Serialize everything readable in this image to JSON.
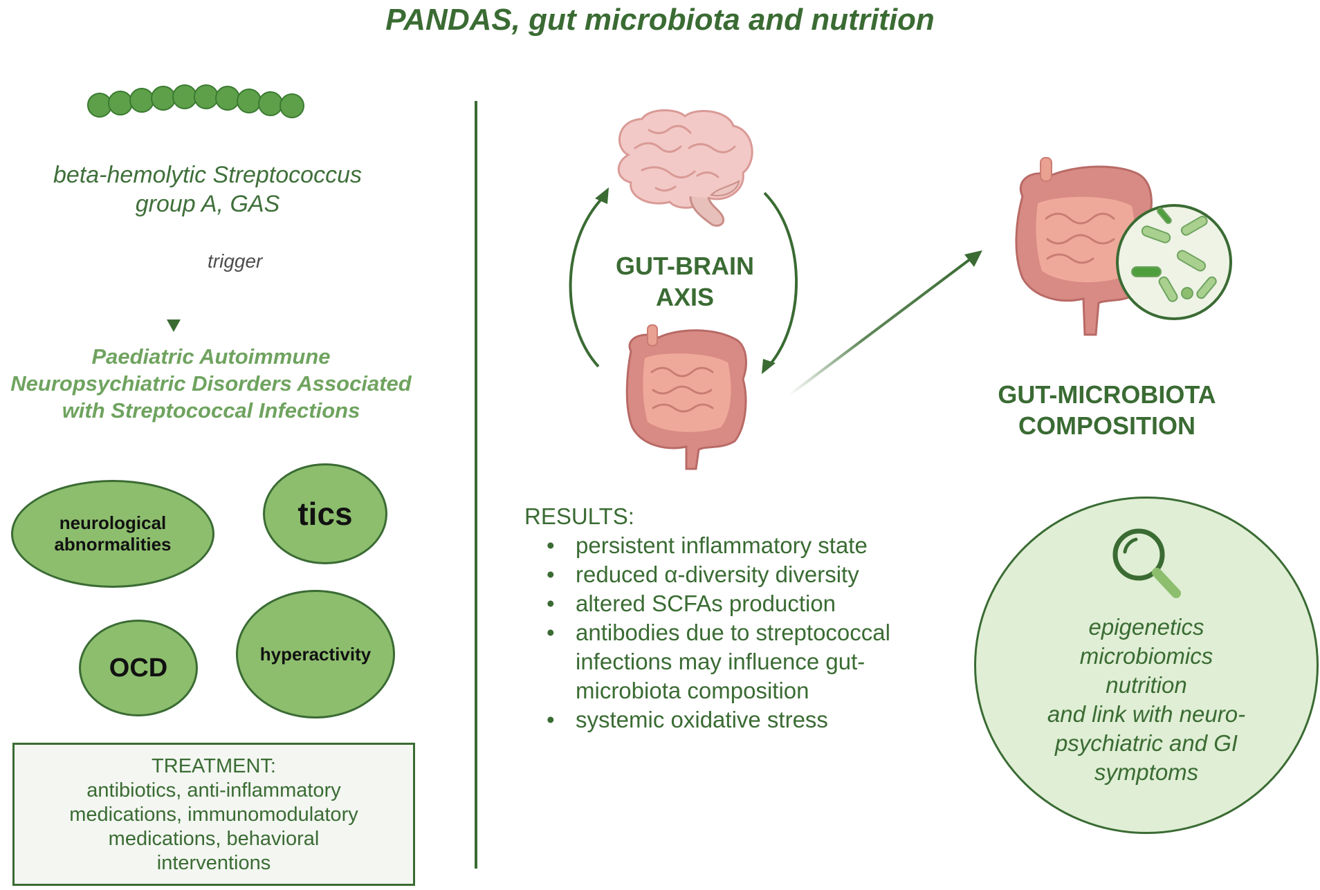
{
  "title": "PANDAS, gut microbiota and nutrition",
  "left": {
    "gas": [
      "beta-hemolytic Streptococcus",
      "group A, GAS"
    ],
    "trigger": "trigger",
    "pandas": [
      "Paediatric Autoimmune",
      "Neuropsychiatric Disorders Associated",
      "with Streptococcal Infections"
    ],
    "symptoms": {
      "neuro": [
        "neurological",
        "abnormalities"
      ],
      "tics": "tics",
      "ocd": "OCD",
      "hyper": "hyperactivity"
    },
    "treatment": {
      "heading": "TREATMENT:",
      "lines": [
        "antibiotics, anti-inflammatory",
        "medications, immunomodulatory",
        "medications, behavioral",
        "interventions"
      ]
    }
  },
  "center": {
    "gut_brain_axis": [
      "GUT-BRAIN",
      "AXIS"
    ],
    "results_heading": "RESULTS:",
    "results": [
      "persistent inflammatory state",
      "reduced α-diversity  diversity",
      "altered SCFAs production",
      "antibodies due to streptococcal infections may influence gut-microbiota composition",
      "systemic oxidative stress"
    ]
  },
  "right": {
    "composition": [
      "GUT-MICROBIOTA",
      "COMPOSITION"
    ],
    "circle_lines": [
      "epigenetics",
      "microbiomics",
      "nutrition",
      "and link with neuro-",
      "psychiatric and GI",
      "symptoms"
    ]
  },
  "colors": {
    "dark_green": "#3a6b33",
    "light_green": "#8dbe6e",
    "pale_green": "#dfeed4",
    "bead_green": "#5ea04a",
    "intestine_pink": "#e8a293",
    "brain_pink": "#f2c9c6"
  },
  "icons": [
    "streptococcus-chain-icon",
    "brain-icon",
    "intestine-icon",
    "bacteria-magnified-icon",
    "magnifier-icon"
  ]
}
